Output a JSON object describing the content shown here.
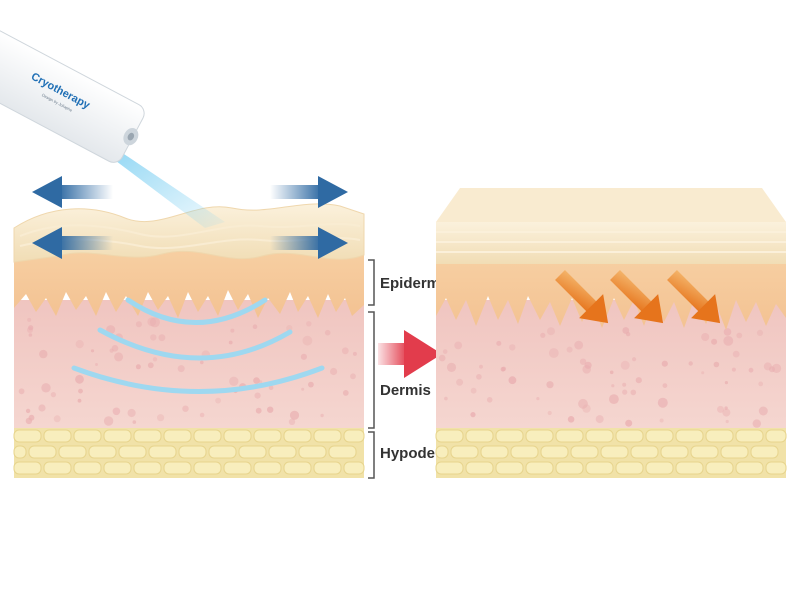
{
  "device": {
    "brand": "Cryotherapy",
    "tagline": "Design by Juliaphe"
  },
  "layers": [
    {
      "label": "Epidermis"
    },
    {
      "label": "Dermis"
    },
    {
      "label": "Hypodermis"
    }
  ],
  "colors": {
    "stratum": "#f6e6c6",
    "epidermis": "#f5c99a",
    "dermis": "#f1cdc8",
    "dermis_spot": "#e9aeb0",
    "fat_cell": "#f8eebd",
    "fat_border": "#e7d48d",
    "cold_wave": "#9ed8f0",
    "spray": "#7fd0f2",
    "direction_arrow": "#2f6aa3",
    "transition_arrow": "#e23c4c",
    "heat_arrow": "#ec8a28",
    "bracket": "#555555",
    "brand_text": "#1f6fb5"
  },
  "icons": {
    "left_stretch_arrows": "double-arrow-icon",
    "transition": "arrow-right-icon",
    "heat": "arrow-down-right-icon"
  }
}
